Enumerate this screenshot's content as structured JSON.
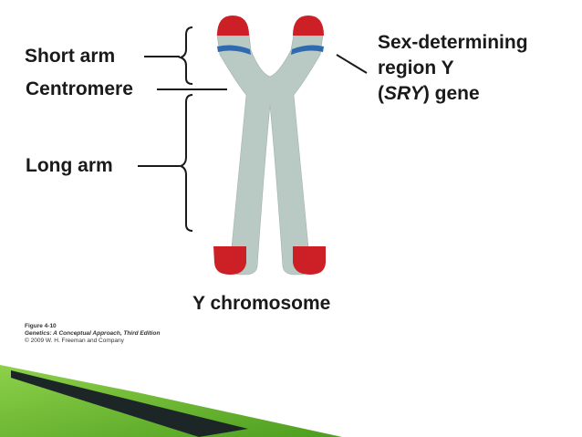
{
  "diagram": {
    "labels": {
      "short_arm": "Short arm",
      "centromere": "Centromere",
      "long_arm": "Long arm",
      "sry_line1": "Sex-determining",
      "sry_line2": "region Y",
      "sry_line3_open": "(",
      "sry_line3_italic": "SRY",
      "sry_line3_close": ") gene"
    },
    "caption": "Y chromosome"
  },
  "credit": {
    "figure": "Figure 4-10",
    "book": "Genetics: A Conceptual Approach, Third Edition",
    "copyright": "© 2009 W. H. Freeman and Company"
  },
  "colors": {
    "chromatid": "#b9c9c3",
    "telomere": "#cc1f26",
    "sry_band": "#2f6ab0",
    "text": "#1a1a1a",
    "accent_green": "#5cae27",
    "accent_dark": "#1d2626"
  }
}
